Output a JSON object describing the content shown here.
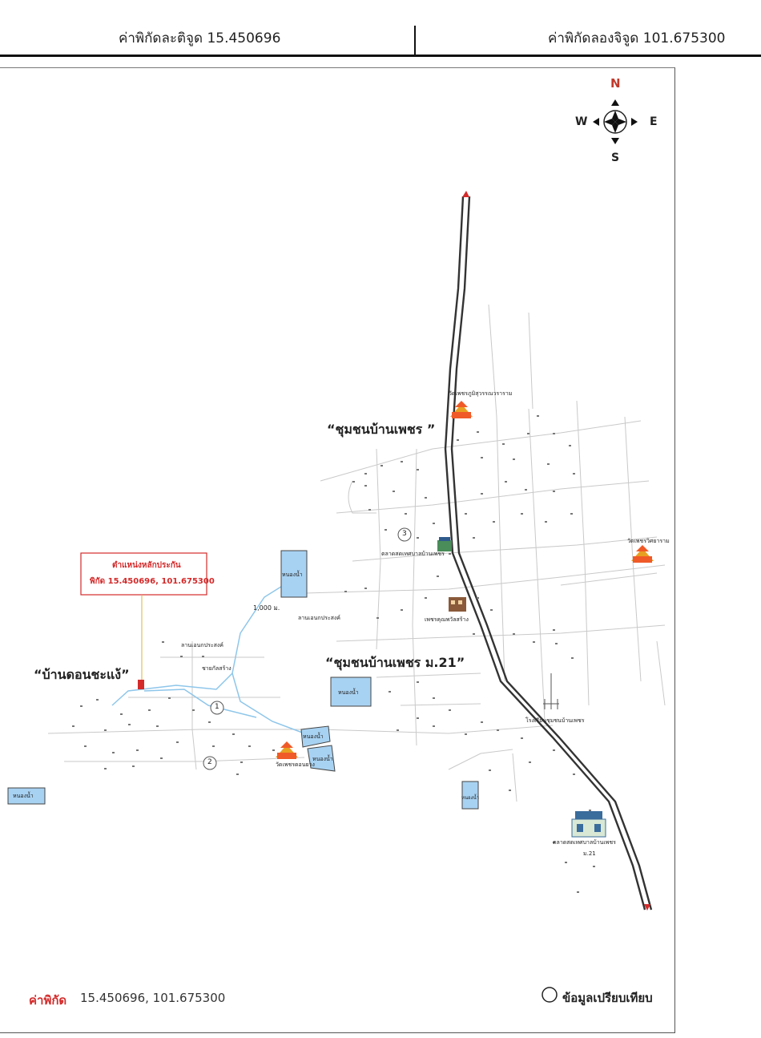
{
  "header": {
    "latitude_label": "ค่าพิกัดละติจูด 15.450696",
    "longitude_label": "ค่าพิกัดลองจิจูด 101.675300"
  },
  "compass": {
    "n": "N",
    "s": "S",
    "e": "E",
    "w": "W"
  },
  "callout": {
    "title": "ตำแหน่งหลักประกัน",
    "coords": "พิกัด 15.450696, 101.675300"
  },
  "places": {
    "community1": "“ชุมชนบ้านเพชร ”",
    "community2": "“ชุมชนบ้านเพชร ม.21”",
    "village": "“บ้านดอนชะแง้”",
    "temple1": "วัดเพชรภูมิสุวรรณวราราม",
    "temple2": "วัดเพชรวิศยาราม",
    "temple3": "วัดเพชรดอนยาง",
    "market1": "ตลาดสดเทศบาลบ้านเพชร",
    "market2": "ตลาดสดเทศบาลบ้านเพชร",
    "market2b": "ม.21",
    "school": "โรงเรียนชุมชนบ้านเพชร",
    "hospital": "เพชรคุณพวัลสร้าง",
    "field1": "ลานเอนกประสงค์",
    "field2": "ลานเอนกประสงค์",
    "shop": "ชายกัลสร้าง",
    "distance": "1,000 ม."
  },
  "ponds": {
    "p1": "หนองน้ำ",
    "p2": "หนองน้ำ",
    "p3": "หนองน้ำ",
    "p4": "หนองน้ำ",
    "p5": "หนองน้ำ",
    "p6": "หนองน้ำ"
  },
  "markers": {
    "m1": "1",
    "m2": "2",
    "m3": "3"
  },
  "footer": {
    "coord_prefix": "ค่าพิกัด",
    "coord_value": "15.450696, 101.675300",
    "legend": "ข้อมูลเปรียบเทียบ"
  }
}
